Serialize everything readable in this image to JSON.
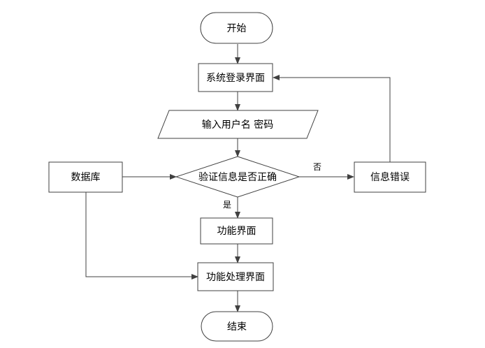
{
  "nodes": {
    "start": "开始",
    "login": "系统登录界面",
    "input": "输入用户名 密码",
    "verify": "验证信息是否正确",
    "database": "数据库",
    "error": "信息错误",
    "function": "功能界面",
    "process": "功能处理界面",
    "end": "结束"
  },
  "edge_labels": {
    "no": "否",
    "yes": "是"
  },
  "colors": {
    "line": "#404040",
    "fill": "#ffffff"
  }
}
